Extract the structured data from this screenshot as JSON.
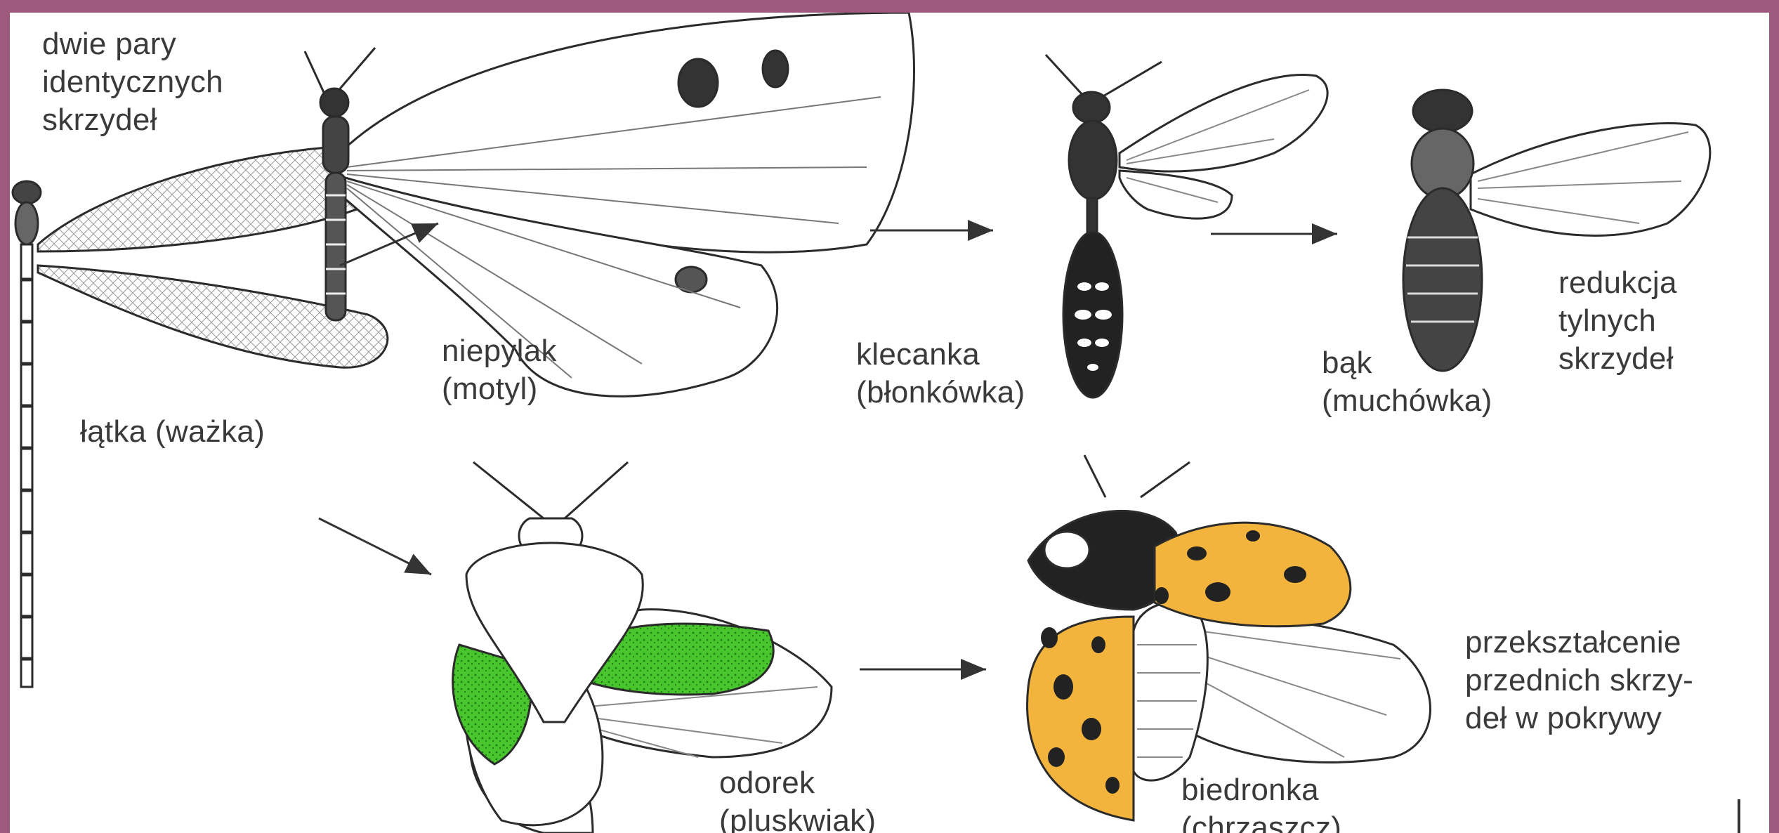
{
  "labels": {
    "top_left": [
      "dwie pary",
      "identycznych",
      "skrzydeł"
    ],
    "dragonfly": [
      "łątka (ważka)"
    ],
    "butterfly": [
      "niepylak",
      "(motyl)"
    ],
    "wasp": [
      "klecanka",
      "(błonkówka)"
    ],
    "fly": [
      "bąk",
      "(muchówka)"
    ],
    "reduction": [
      "redukcja",
      "tylnych",
      "skrzydeł"
    ],
    "bug": [
      "odorek",
      "(pluskwiak)"
    ],
    "ladybird": [
      "biedronka",
      "(chrząszcz)"
    ],
    "transformation": [
      "przekształcenie",
      "przednich skrzy-",
      "deł w pokrywy"
    ]
  },
  "colors": {
    "frame": "#9e5a7c",
    "background": "#ffffff",
    "ink": "#2b2b2b",
    "hemiptera_green": "#3fbf2a",
    "ladybird_yellow": "#f2b43c"
  }
}
